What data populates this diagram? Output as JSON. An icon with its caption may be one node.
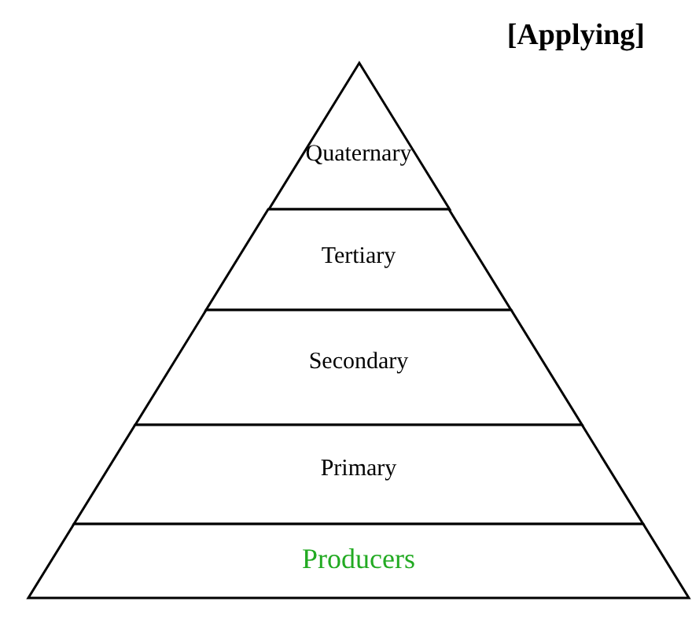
{
  "diagram": {
    "nodes": [
      {
        "text": [
          "Quaternary"
        ]
      },
      {
        "text": [
          "Tertiary"
        ]
      },
      {
        "text": [
          "Secondary"
        ]
      },
      {
        "text": [
          "Primary"
        ]
      },
      {
        "text": [
          "Producers"
        ]
      }
    ],
    "labels": [
      "[Applying]"
    ]
  }
}
